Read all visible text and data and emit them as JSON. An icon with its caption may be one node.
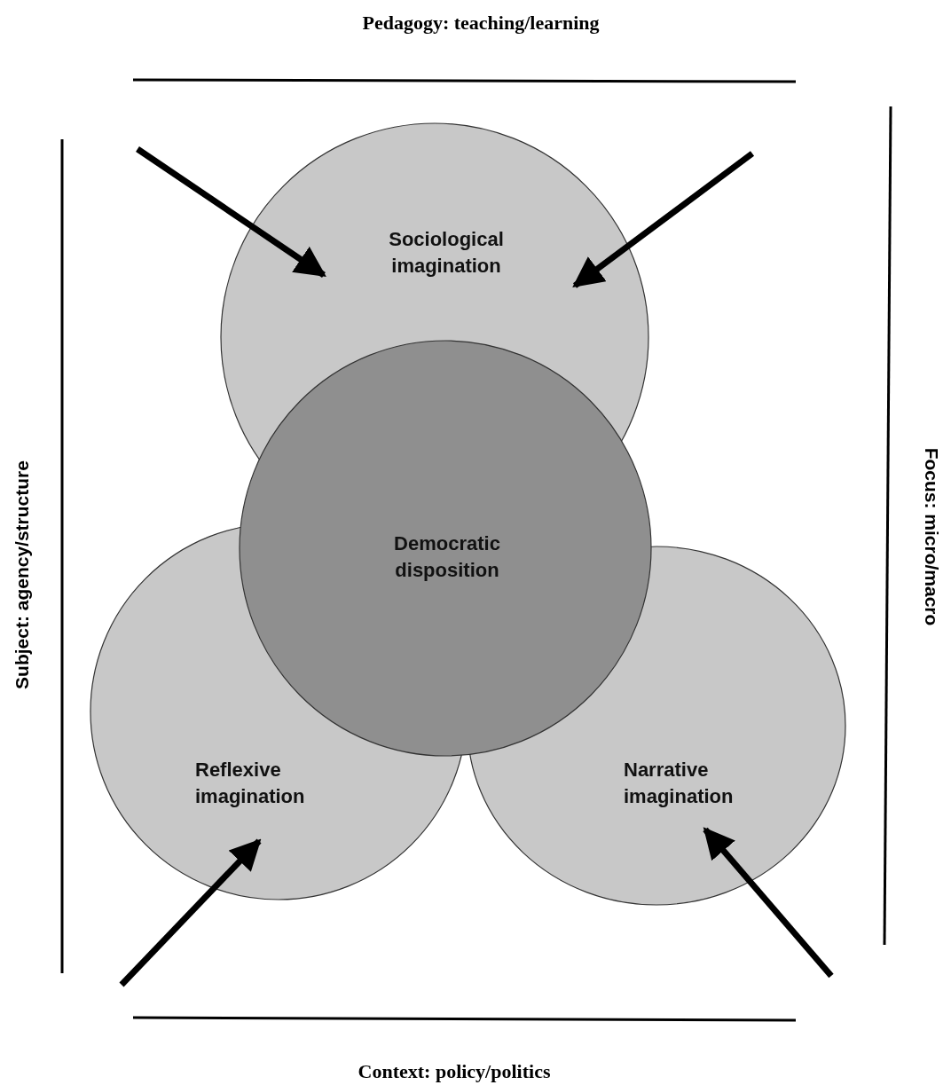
{
  "diagram": {
    "nodes": [
      {
        "text": [
          "Sociological imagination"
        ]
      },
      {
        "text": [
          "Democratic disposition"
        ]
      },
      {
        "text": [
          "Reflexive imagination"
        ]
      },
      {
        "text": [
          "Narrative imagination"
        ]
      }
    ],
    "edges": [
      {
        "from": null,
        "to": 0,
        "arrow": "to"
      },
      {
        "from": null,
        "to": 0,
        "arrow": "to"
      },
      {
        "from": null,
        "to": 2,
        "arrow": "to"
      },
      {
        "from": null,
        "to": 3,
        "arrow": "to"
      }
    ],
    "labels": [
      "Pedagogy: teaching/learning",
      "Subject: agency/structure",
      "Focus: micro/macro",
      "Context: policy/politics"
    ]
  }
}
